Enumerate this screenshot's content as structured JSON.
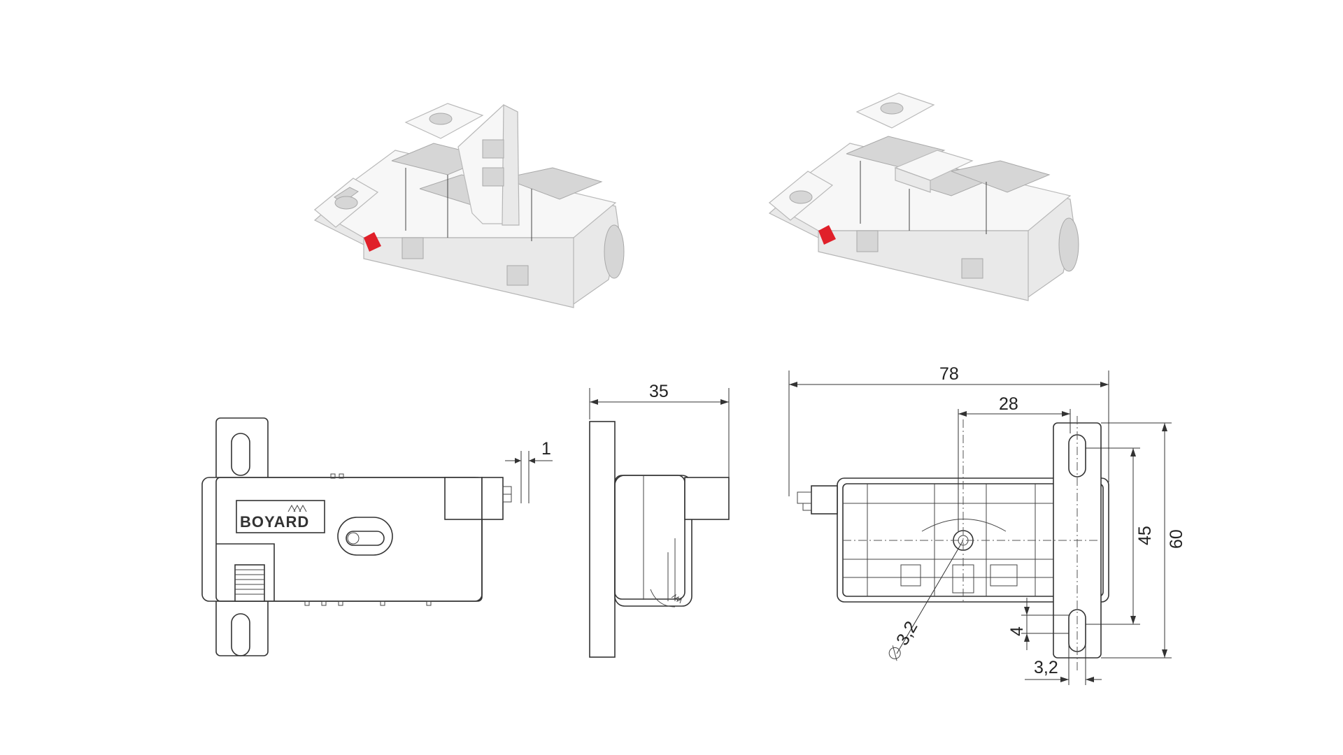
{
  "brand": {
    "logo_text": "BOYARD"
  },
  "dimensions": {
    "side_depth": "35",
    "offset": "1",
    "total_width": "78",
    "hole_distance": "28",
    "hole_spacing": "45",
    "height": "60",
    "slot_width": "4",
    "screw_diameter": "3,2",
    "screw_hole_size": "3,2"
  },
  "colors": {
    "accent_red": "#e0202a",
    "line": "#333333",
    "body_white": "#f7f7f7"
  },
  "icons": {
    "logo_mark": "mountain-peaks-icon",
    "diameter_symbol": "diameter-icon"
  }
}
